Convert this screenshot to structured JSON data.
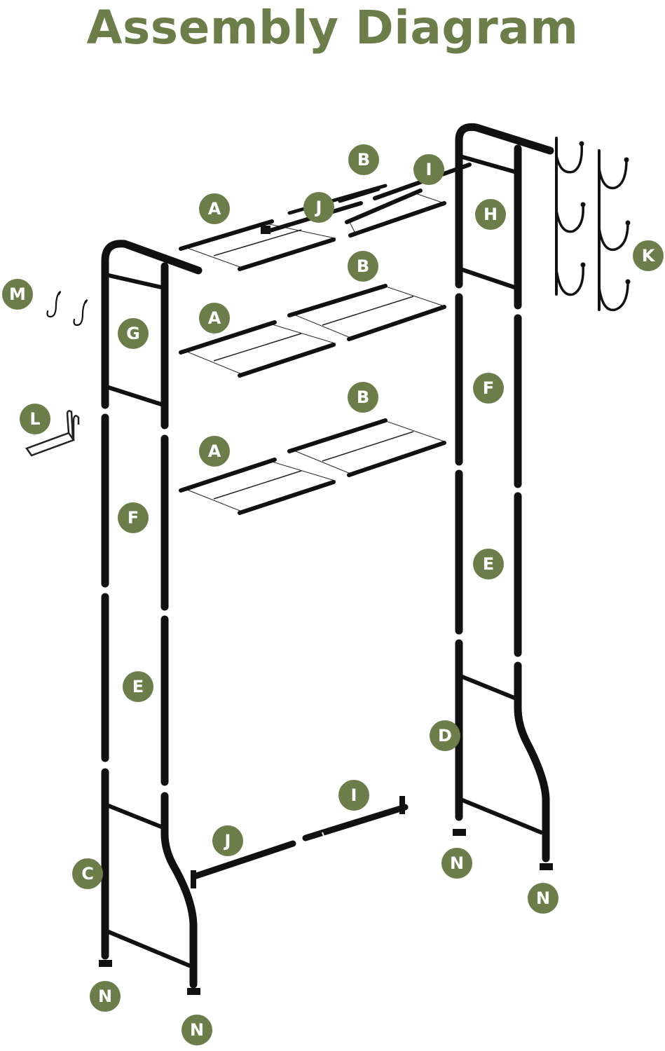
{
  "title": "Assembly Diagram",
  "colors": {
    "accent": "#6b7e4a",
    "metal": "#111111",
    "background": "#ffffff"
  },
  "labels": {
    "a1": "A",
    "a2": "A",
    "a3": "A",
    "b1": "B",
    "b2": "B",
    "b3": "B",
    "c": "C",
    "d": "D",
    "e_left": "E",
    "e_right": "E",
    "f_left": "F",
    "f_right": "F",
    "g": "G",
    "h": "H",
    "i_top": "I",
    "i_bottom": "I",
    "j_top": "J",
    "j_bottom": "J",
    "k": "K",
    "l": "L",
    "m": "M",
    "n1": "N",
    "n2": "N",
    "n3": "N",
    "n4": "N"
  }
}
